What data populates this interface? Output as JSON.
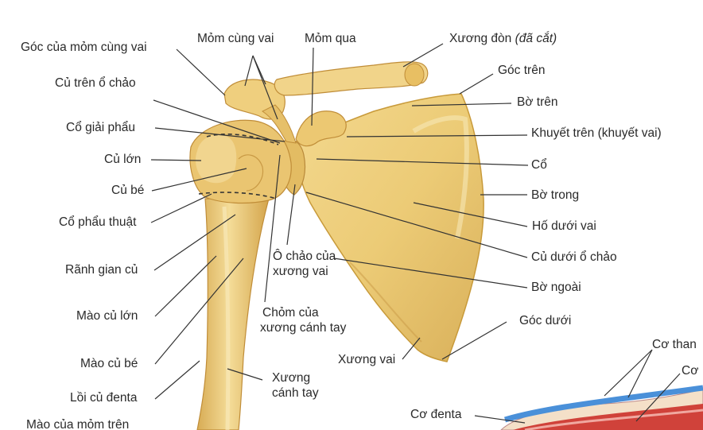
{
  "labels": {
    "goc_mom_cung_vai": "Góc của mỏm cùng vai",
    "mom_cung_vai": "Mỏm cùng vai",
    "mom_qua": "Mỏm qua",
    "xuong_don": "Xương đòn",
    "xuong_don_note": "(đã cắt)",
    "cu_tren_o_chao": "Củ trên ổ chảo",
    "goc_tren": "Góc trên",
    "bo_tren": "Bờ trên",
    "co_giai_phau": "Cổ giải phẩu",
    "khuyet_tren": "Khuyết trên (khuyết vai)",
    "cu_lon": "Củ lớn",
    "co": "Cổ",
    "cu_be": "Củ bé",
    "bo_trong": "Bờ trong",
    "co_phau_thuat": "Cổ phẩu thuật",
    "ho_duoi_vai": "Hố dưới vai",
    "cu_duoi_o_chao": "Củ dưới ổ chảo",
    "o_chao_line1": "Ô chảo của",
    "o_chao_line2": "xương vai",
    "ranh_gian_cu": "Rãnh gian củ",
    "bo_ngoai": "Bờ ngoài",
    "chom_line1": "Chỏm của",
    "chom_line2": "xương cánh tay",
    "mao_cu_lon": "Mào củ lớn",
    "goc_duoi": "Góc dưới",
    "xuong_vai": "Xương vai",
    "mao_cu_be": "Mào củ bé",
    "xuong_canh_tay_line1": "Xương",
    "xuong_canh_tay_line2": "cánh tay",
    "loi_cu_denta": "Lồi củ đenta",
    "mao_mom_tren": "Mào của mỏm trên",
    "co_than": "Cơ than",
    "co_right": "Cơ",
    "co_denta": "Cơ đenta"
  },
  "colors": {
    "bone_fill": "#ecca72",
    "bone_light": "#f6e2a8",
    "bone_edge": "#c89a3a",
    "leader": "#333333",
    "muscle_blue": "#4a90d9",
    "muscle_red": "#d0423a"
  }
}
